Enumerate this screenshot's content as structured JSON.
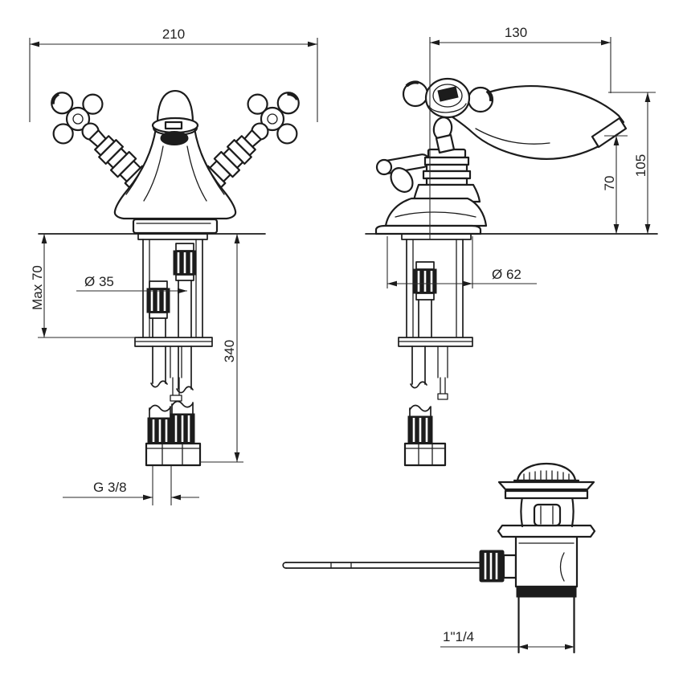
{
  "drawing": {
    "background_color": "#ffffff",
    "line_color": "#1c1c1c",
    "dimensions": {
      "overall_width": "210",
      "spout_reach": "130",
      "spout_height": "70",
      "overall_height": "105",
      "max_deck_thickness": "Max 70",
      "shank_diameter": "Ø 35",
      "below_deck_height": "340",
      "supply_thread": "G 3/8",
      "base_diameter": "Ø 62",
      "waste_thread": "1\"1/4"
    }
  }
}
